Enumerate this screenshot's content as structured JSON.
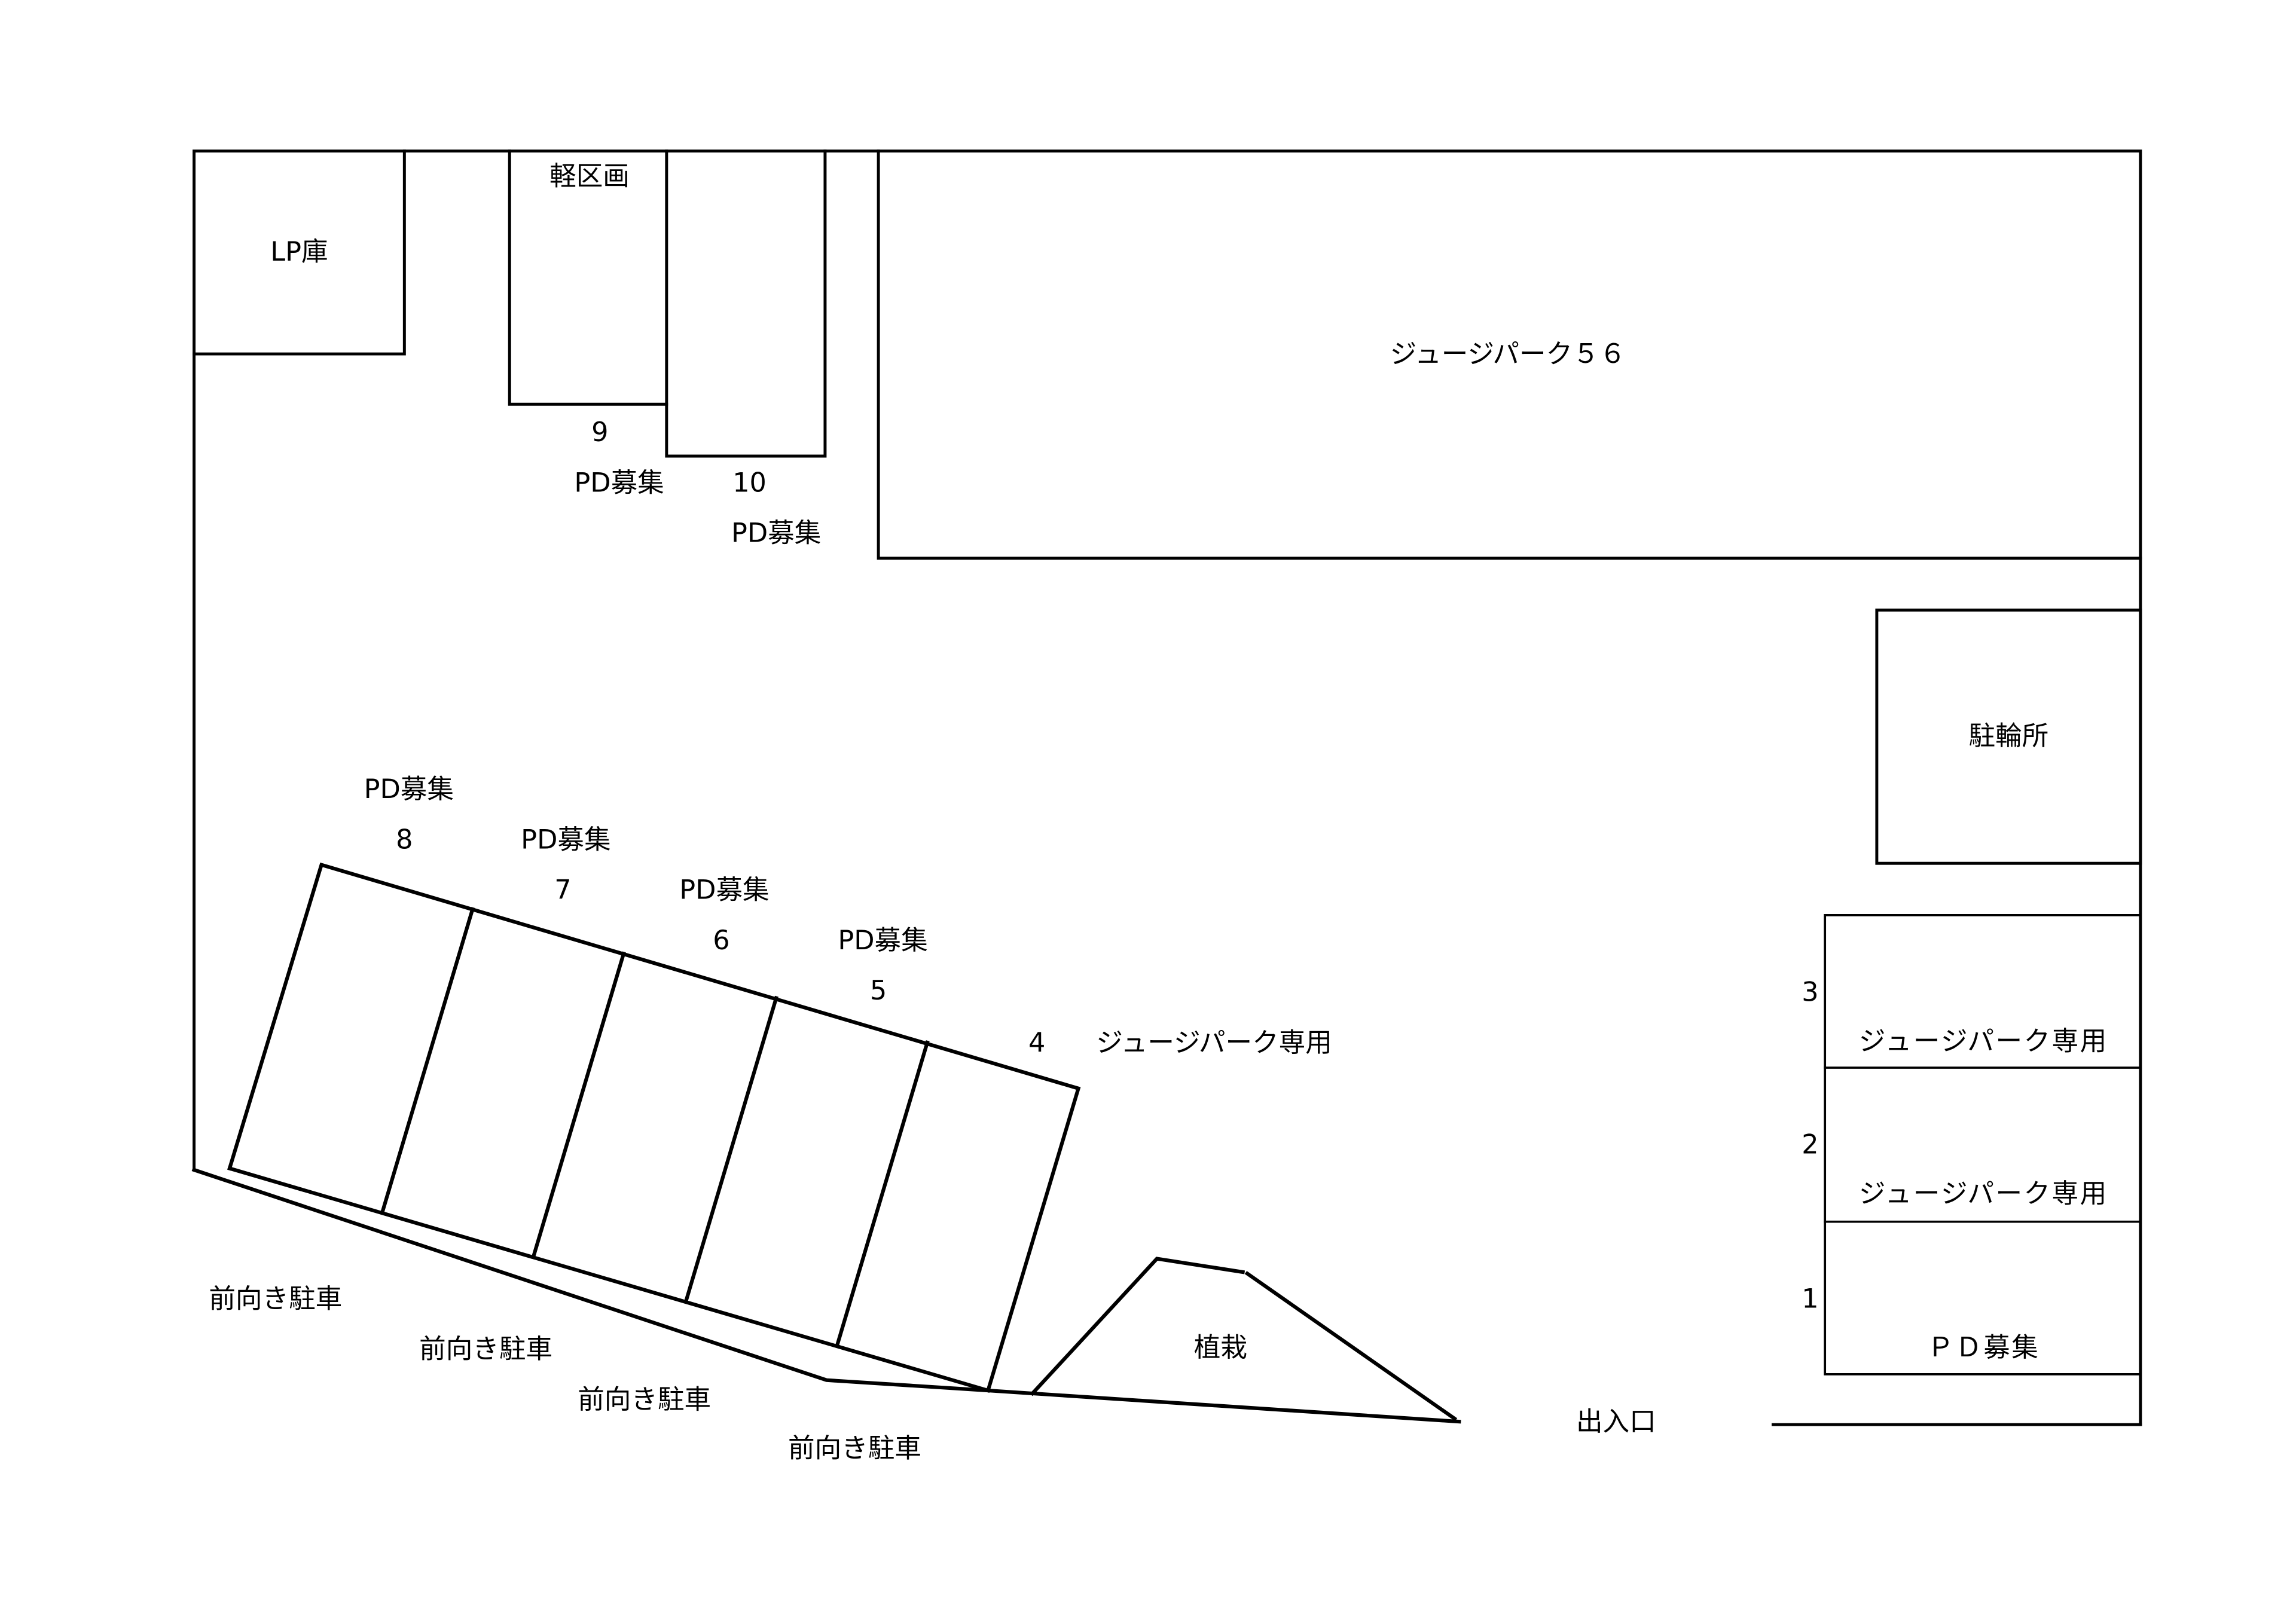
{
  "diagram": {
    "type": "parking-lot-layout",
    "areas": {
      "lp_storage": "LP庫",
      "kei_section": "軽区画",
      "jugepark56": "ジュージパーク５６",
      "bicycle_parking": "駐輪所",
      "planting": "植栽",
      "entrance": "出入口"
    },
    "top_slots": [
      {
        "number": "9",
        "status": "PD募集"
      },
      {
        "number": "10",
        "status": "PD募集"
      }
    ],
    "angled_slots": [
      {
        "number": "8",
        "status": "PD募集",
        "note": "前向き駐車"
      },
      {
        "number": "7",
        "status": "PD募集",
        "note": "前向き駐車"
      },
      {
        "number": "6",
        "status": "PD募集",
        "note": "前向き駐車"
      },
      {
        "number": "5",
        "status": "PD募集",
        "note": "前向き駐車"
      },
      {
        "number": "4",
        "status": "ジュージパーク専用"
      }
    ],
    "right_slots": [
      {
        "number": "3",
        "status": "ジュージパーク専用"
      },
      {
        "number": "2",
        "status": "ジュージパーク専用"
      },
      {
        "number": "1",
        "status": "ＰＤ募集"
      }
    ]
  }
}
